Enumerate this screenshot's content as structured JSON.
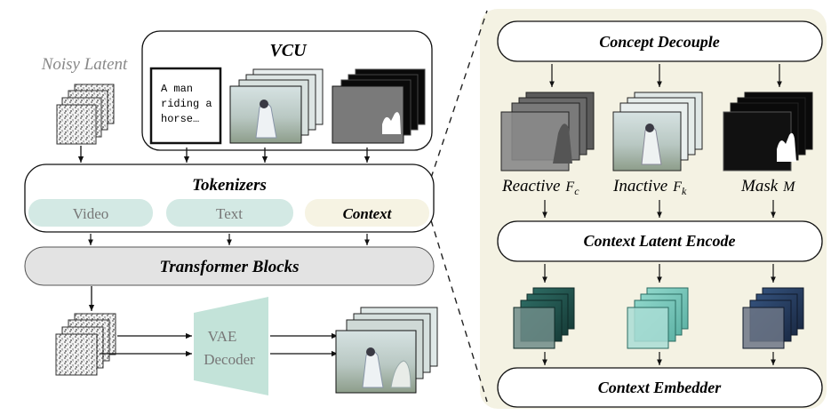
{
  "left": {
    "noisy_latent_label": "Noisy Latent",
    "vcu_title": "VCU",
    "vcu_text_lines": [
      "A man",
      "riding a",
      "horse…"
    ],
    "tokenizers_title": "Tokenizers",
    "token_video": "Video",
    "token_text": "Text",
    "token_context": "Context",
    "transformer_title": "Transformer Blocks",
    "vae_line1": "VAE",
    "vae_line2": "Decoder"
  },
  "right": {
    "concept_decouple": "Concept Decouple",
    "reactive_label": "Reactive",
    "reactive_symbol": "F",
    "reactive_sub": "c",
    "inactive_label": "Inactive",
    "inactive_symbol": "F",
    "inactive_sub": "k",
    "mask_label": "Mask",
    "mask_symbol": "M",
    "context_latent_encode": "Context Latent Encode",
    "context_embedder": "Context Embedder"
  },
  "colors": {
    "panel_bg": "#f4f2e3",
    "token_pill": "#d3e9e4",
    "context_pill": "#f6f3e3",
    "transformer_bg": "#e3e3e3",
    "vae_fill": "#c3e3d9",
    "cube_teal_dark": "#1f4c46",
    "cube_teal_light": "#7fcbbf",
    "cube_navy": "#26395a"
  }
}
